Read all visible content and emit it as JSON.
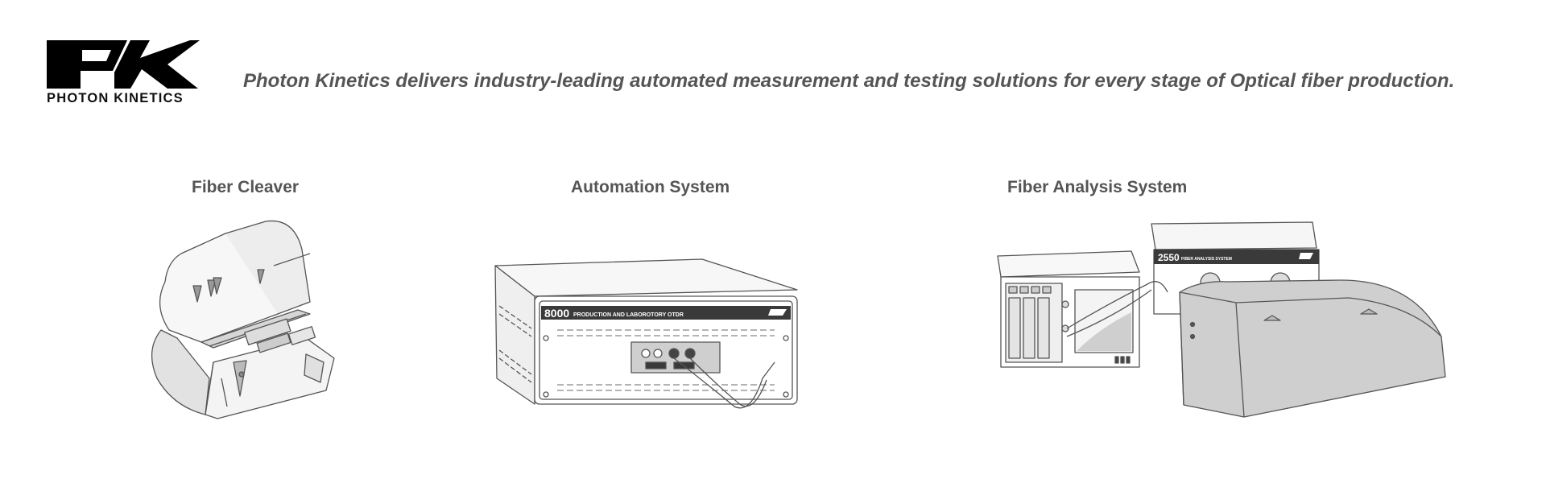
{
  "brand": {
    "logo_text": "PHOTON KINETICS",
    "logo_icon": "pk-logo-icon",
    "logo_color": "#000000"
  },
  "tagline": "Photon Kinetics delivers industry-leading automated measurement and testing solutions for every stage of Optical fiber production.",
  "colors": {
    "text": "#555555",
    "illustration_stroke": "#555555",
    "illustration_fill": "#cfcfcf",
    "panel_dark": "#3a3a3a"
  },
  "products": [
    {
      "title": "Fiber Cleaver",
      "icon": "fiber-cleaver-illustration"
    },
    {
      "title": "Automation System",
      "icon": "otdr-instrument-illustration",
      "panel_model": "8000",
      "panel_label": "PRODUCTION AND LABOROTORY OTDR"
    },
    {
      "title": "Fiber Analysis System",
      "icon": "fiber-analysis-system-illustration",
      "panel_model": "2550",
      "panel_label": "FIBER ANALYSIS SYSTEM"
    }
  ]
}
